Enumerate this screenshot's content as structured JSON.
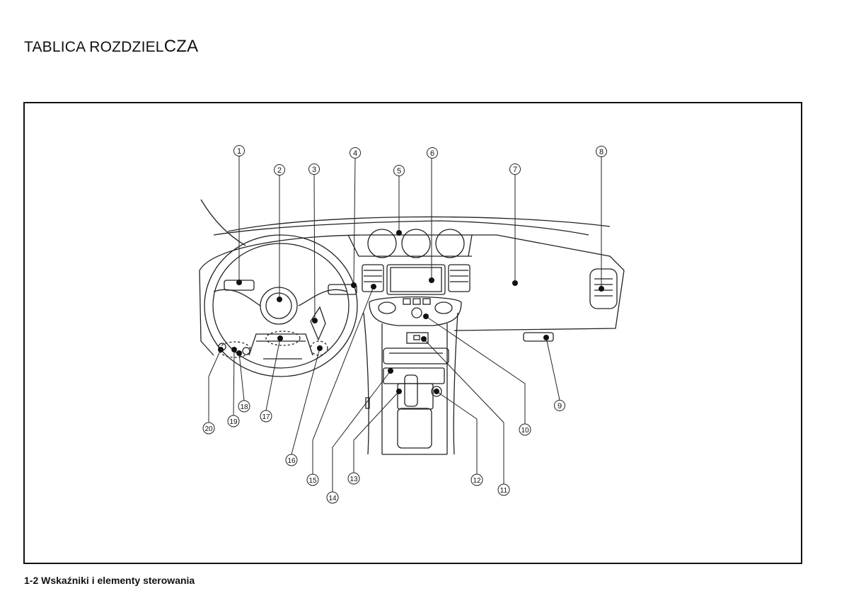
{
  "header": {
    "title_main": "TABLICA ROZDZIEL",
    "title_tail": "CZA"
  },
  "footer": {
    "caption": "1-2 Wskaźniki i elementy sterowania"
  },
  "diagram": {
    "callouts": [
      "1",
      "2",
      "3",
      "4",
      "5",
      "6",
      "7",
      "8",
      "9",
      "10",
      "11",
      "12",
      "13",
      "14",
      "15",
      "16",
      "17",
      "18",
      "19",
      "20"
    ]
  }
}
